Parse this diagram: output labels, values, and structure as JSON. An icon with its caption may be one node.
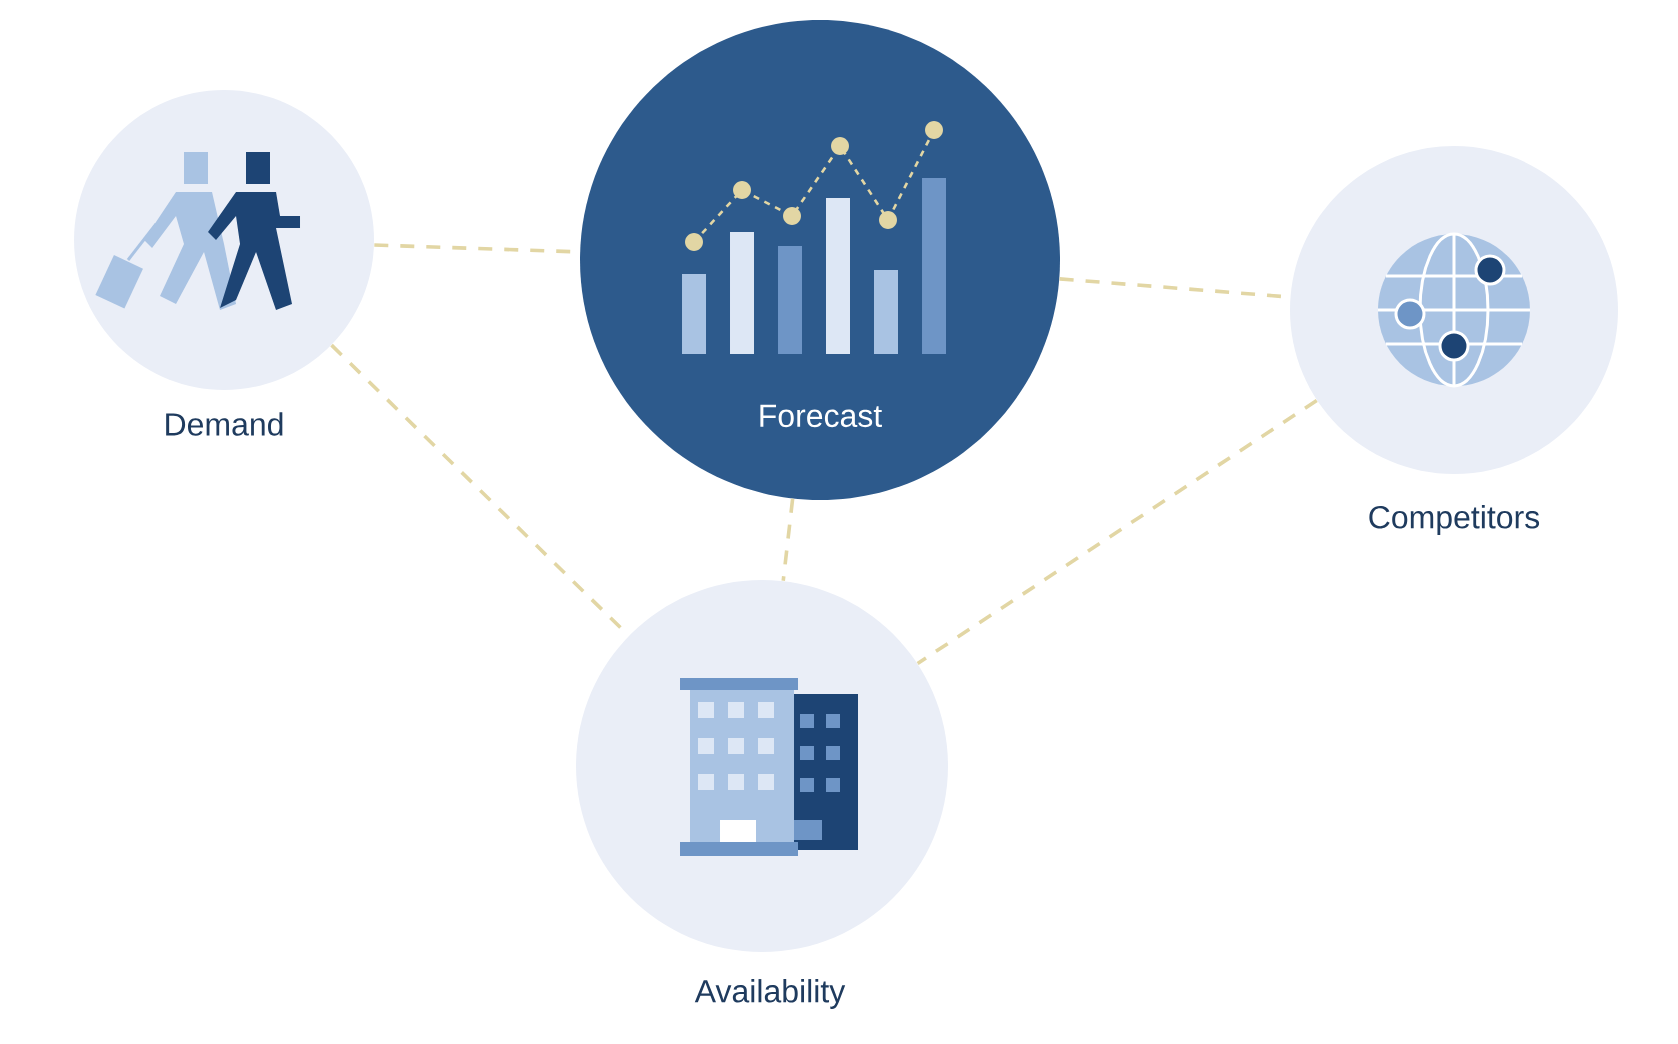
{
  "diagram": {
    "nodes": [
      {
        "text": [
          "Demand"
        ]
      },
      {
        "text": [
          "Forecast"
        ]
      },
      {
        "text": [
          "Competitors"
        ]
      },
      {
        "text": [
          "Availability"
        ]
      }
    ],
    "edges": [
      {
        "from": 0,
        "to": 1,
        "arrow": "none",
        "style": "dashed"
      },
      {
        "from": 1,
        "to": 2,
        "arrow": "none",
        "style": "dashed"
      },
      {
        "from": 0,
        "to": 3,
        "arrow": "none",
        "style": "dashed"
      },
      {
        "from": 1,
        "to": 3,
        "arrow": "none",
        "style": "dashed"
      },
      {
        "from": 2,
        "to": 3,
        "arrow": "none",
        "style": "dashed"
      }
    ]
  }
}
